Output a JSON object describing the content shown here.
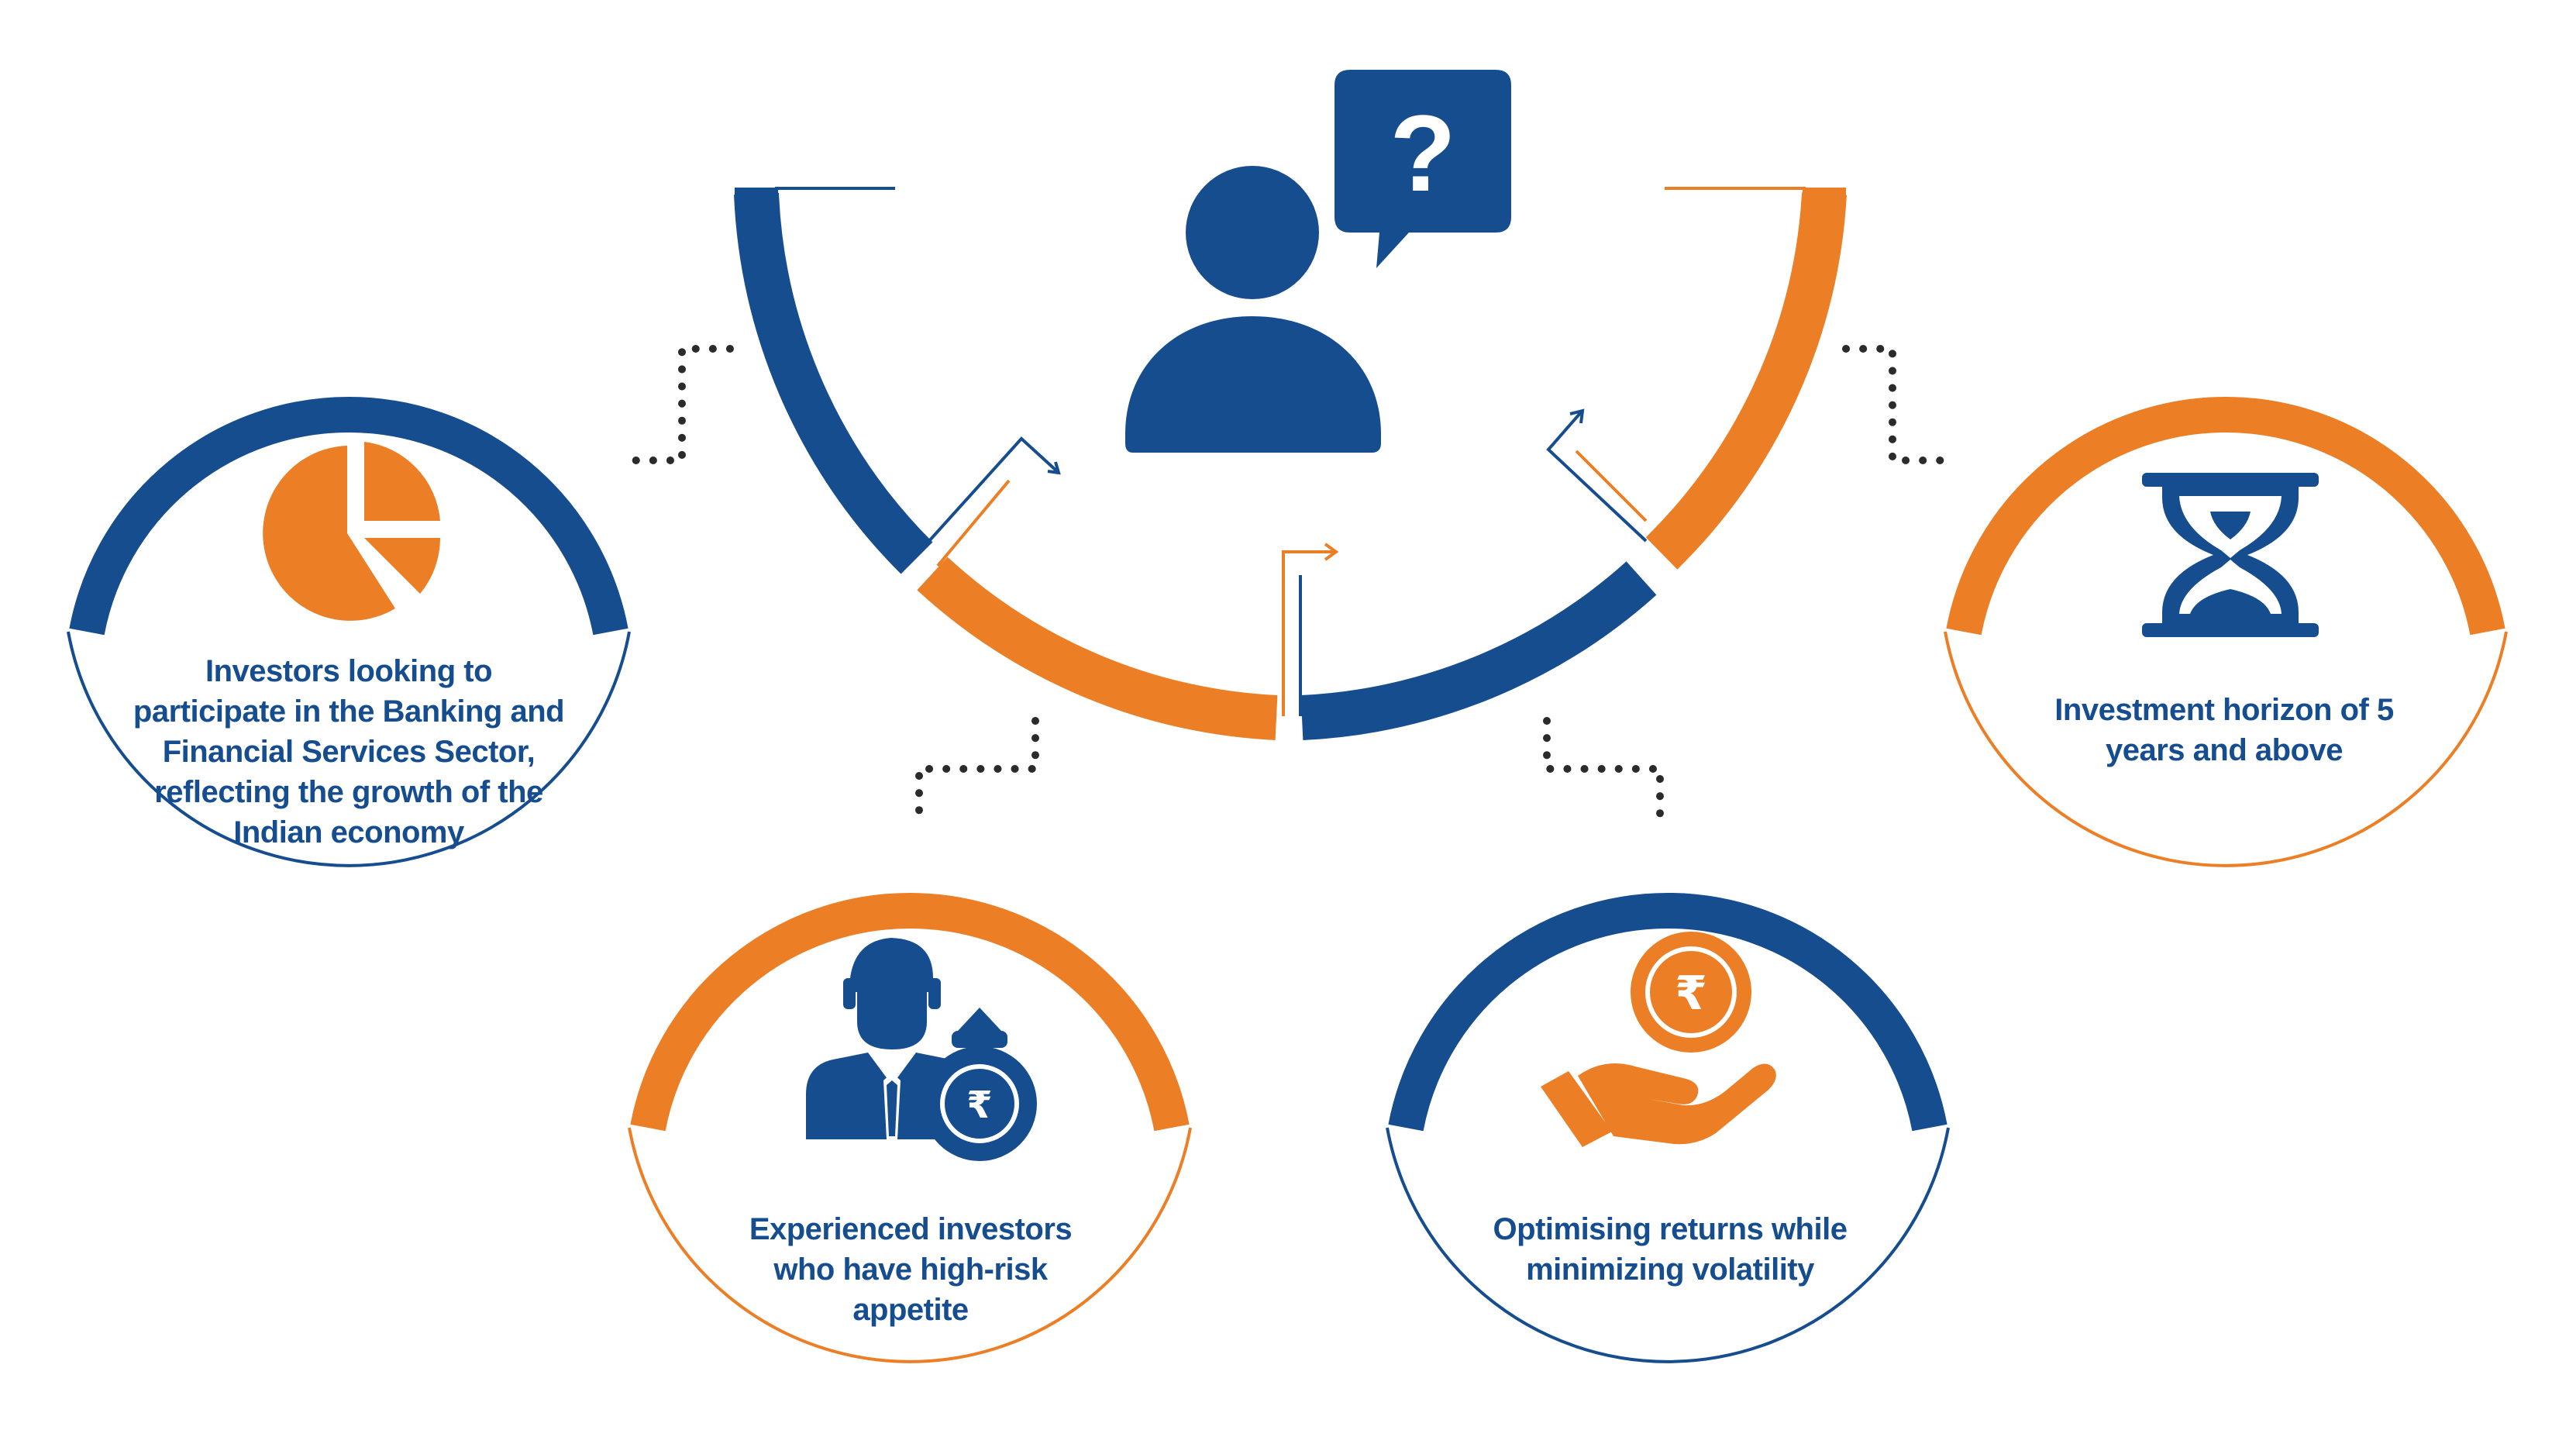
{
  "colors": {
    "blue": "#164d8f",
    "orange": "#ec7f26",
    "dots": "#2b2b2b"
  },
  "center": {
    "icon": "person-question-icon",
    "bubble_text": "?"
  },
  "nodes": [
    {
      "id": "banking-sector",
      "icon": "pie-chart-icon",
      "accent": "blue",
      "text": "Investors looking to participate in the Banking and Financial Services Sector, reflecting the growth of the Indian economy"
    },
    {
      "id": "high-risk",
      "icon": "investor-money-bag-icon",
      "accent": "orange",
      "text": "Experienced investors who have high-risk appetite"
    },
    {
      "id": "returns",
      "icon": "hand-rupee-coin-icon",
      "accent": "blue",
      "text": "Optimising returns while minimizing volatility"
    },
    {
      "id": "horizon",
      "icon": "hourglass-icon",
      "accent": "orange",
      "text": "Investment horizon of 5 years and above"
    }
  ],
  "currency_symbol": "₹"
}
